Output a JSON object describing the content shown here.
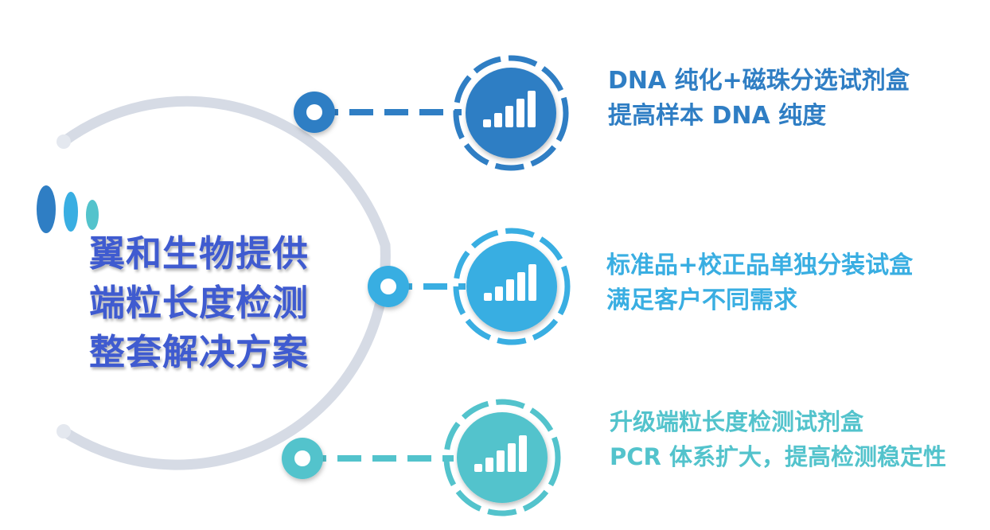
{
  "title": {
    "lines": [
      "翼和生物提供",
      "端粒长度检测",
      "整套解决方案"
    ]
  },
  "items": [
    {
      "line1": "DNA 纯化+磁珠分选试剂盒",
      "line2": "提高样本 DNA 纯度",
      "color": "#2f7ec4",
      "icon": "signal-bars-icon"
    },
    {
      "line1": "标准品+校正品单独分装试盒",
      "line2": "满足客户不同需求",
      "color": "#39aee2",
      "icon": "signal-bars-icon"
    },
    {
      "line1": "升级端粒长度检测试剂盒",
      "line2": "PCR 体系扩大，提高检测稳定性",
      "color": "#53c3cc",
      "icon": "signal-bars-icon"
    }
  ],
  "colors": {
    "arc": "#d6dbe5",
    "title": "#3f5bd0",
    "dots": [
      "#2f7ec4",
      "#39aee2",
      "#53c3cc"
    ]
  }
}
